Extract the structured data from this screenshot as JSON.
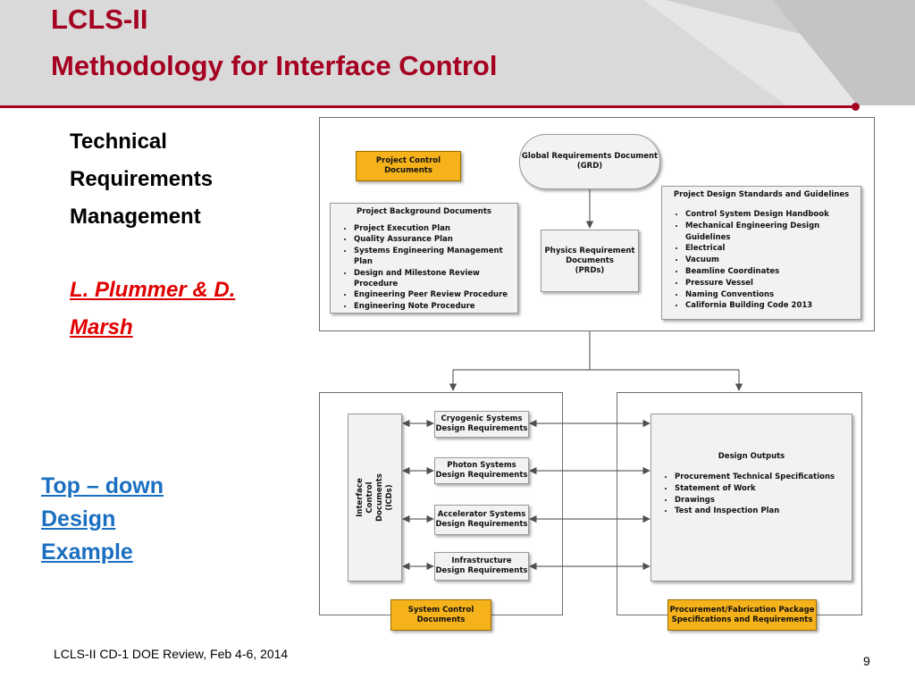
{
  "slide": {
    "title_line1": "LCLS-II",
    "title_line2": "Methodology for Interface Control",
    "left_text": [
      "Technical",
      "Requirements",
      "Management"
    ],
    "authors": [
      "L. Plummer & D.",
      "Marsh"
    ],
    "example_link": [
      "Top – down",
      "Design",
      "Example"
    ],
    "footer_left": "LCLS-II CD-1 DOE Review, Feb 4-6, 2014",
    "page_number": "9",
    "colors": {
      "title": "#a50021",
      "authors": "#e00000",
      "link": "#1a6fc0",
      "orange_box": "#f5b21b"
    }
  },
  "diagram": {
    "project_control": "Project Control\nDocuments",
    "grd": "Global Requirements Document\n(GRD)",
    "background": {
      "title": "Project Background Documents",
      "items": [
        "Project Execution Plan",
        "Quality Assurance Plan",
        "Systems Engineering Management Plan",
        "Design and Milestone Review Procedure",
        "Engineering Peer Review Procedure",
        "Engineering Note Procedure"
      ]
    },
    "prd": "Physics Requirement\nDocuments\n(PRDs)",
    "standards": {
      "title": "Project Design Standards and Guidelines",
      "items": [
        "Control System Design Handbook",
        "Mechanical Engineering Design Guidelines",
        "Electrical",
        "Vacuum",
        "Beamline Coordinates",
        "Pressure Vessel",
        "Naming Conventions",
        "California Building Code 2013"
      ]
    },
    "icd": "Interface\nControl\nDocuments\n(ICDs)",
    "requirements": [
      "Cryogenic Systems\nDesign Requirements",
      "Photon Systems\nDesign Requirements",
      "Accelerator Systems\nDesign Requirements",
      "Infrastructure\nDesign Requirements"
    ],
    "outputs": {
      "title": "Design Outputs",
      "items": [
        "Procurement Technical Specifications",
        "Statement of Work",
        "Drawings",
        "Test and Inspection Plan"
      ]
    },
    "system_control": "System Control\nDocuments",
    "procurement_package": "Procurement/Fabrication Package\nSpecifications and Requirements"
  }
}
